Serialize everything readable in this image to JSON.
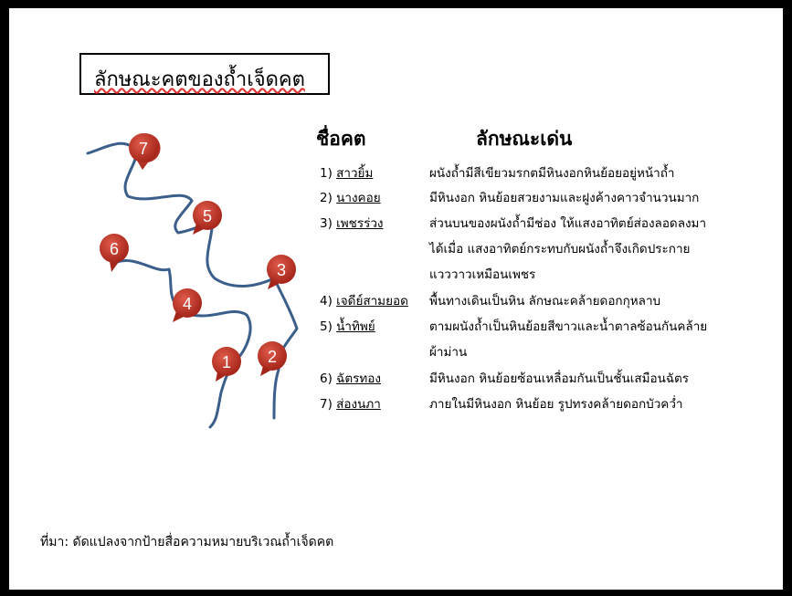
{
  "title": "ลักษณะคตของถ้ำเจ็ดคต",
  "headers": {
    "name": "ชื่อคต",
    "feature": "ลักษณะเด่น"
  },
  "items": [
    {
      "num": "1)",
      "name": "สาวยิ้ม",
      "lines": [
        "ผนังถ้ำมีสีเขียวมรกตมีหินงอกหินย้อยอยู่หน้าถ้ำ"
      ]
    },
    {
      "num": "2)",
      "name": "นางคอย",
      "lines": [
        "มีหินงอก หินย้อยสวยงามและฝูงค้างคาวจำนวนมาก"
      ]
    },
    {
      "num": "3)",
      "name": "เพชรร่วง",
      "lines": [
        "ส่วนบนของผนังถ้ำมีช่อง ให้แสงอาทิตย์ส่องลอดลงมา",
        "ได้เมื่อ แสงอาทิตย์กระทบกับผนังถ้ำจึงเกิดประกาย",
        "แวววาวเหมือนเพชร"
      ]
    },
    {
      "num": "4)",
      "name": "เจดีย์สามยอด",
      "lines": [
        "พื้นทางเดินเป็นหิน ลักษณะคล้ายดอกกุหลาบ"
      ]
    },
    {
      "num": "5)",
      "name": "น้ำทิพย์",
      "lines": [
        "ตามผนังถ้ำเป็นหินย้อยสีขาวและน้ำตาลซ้อนกันคล้าย",
        "ผ้าม่าน"
      ]
    },
    {
      "num": "6)",
      "name": "ฉัตรทอง",
      "lines": [
        "มีหินงอก หินย้อยซ้อนเหลื่อมกันเป็นชั้นเสมือนฉัตร"
      ]
    },
    {
      "num": "7)",
      "name": "ส่องนภา",
      "lines": [
        "ภายในมีหินงอก หินย้อย รูปทรงคล้ายดอกบัวคว่ำ"
      ]
    }
  ],
  "markers": [
    "7",
    "5",
    "6",
    "3",
    "4",
    "1",
    "2"
  ],
  "source": "ที่มา: ดัดแปลงจากป้ายสื่อความหมายบริเวณถ้ำเจ็ดคต",
  "colors": {
    "marker": "#c0392b",
    "path": "#3b5f8a"
  }
}
